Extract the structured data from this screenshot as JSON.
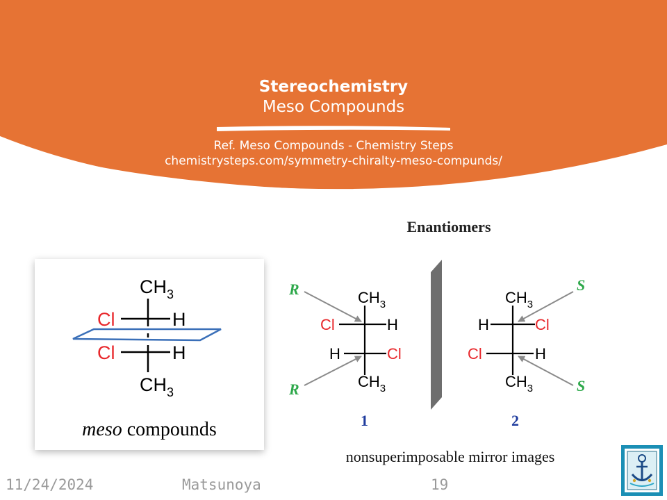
{
  "header": {
    "title": "Stereochemistry",
    "subtitle": "Meso Compounds",
    "ref_line1": "Ref. Meso Compounds - Chemistry Steps",
    "ref_line2": "chemistrysteps.com/symmetry-chiralty-meso-compunds/"
  },
  "meso": {
    "top_group": "CH",
    "top_sub": "3",
    "bottom_group": "CH",
    "bottom_sub": "3",
    "upper_left": "Cl",
    "upper_right": "H",
    "lower_left": "Cl",
    "lower_right": "H",
    "caption_italic": "meso",
    "caption_rest": " compounds"
  },
  "enantiomers": {
    "title": "Enantiomers",
    "molecule1": {
      "label": "1",
      "top_group": "CH",
      "top_sub": "3",
      "upper_left": "Cl",
      "upper_right": "H",
      "lower_left": "H",
      "lower_right": "Cl",
      "bottom_group": "CH",
      "bottom_sub": "3",
      "descriptor_top": "R",
      "descriptor_bottom": "R"
    },
    "molecule2": {
      "label": "2",
      "top_group": "CH",
      "top_sub": "3",
      "upper_left": "H",
      "upper_right": "Cl",
      "lower_left": "Cl",
      "lower_right": "H",
      "bottom_group": "CH",
      "bottom_sub": "3",
      "descriptor_top": "S",
      "descriptor_bottom": "S"
    },
    "caption": "nonsuperimposable mirror images"
  },
  "footer": {
    "date": "11/24/2024",
    "author": "Matsunoya",
    "page": "19"
  },
  "colors": {
    "header_orange": "#E67334",
    "chlorine_red": "#E8262A",
    "descriptor_green": "#2DA84A",
    "label_blue": "#1F3C9E",
    "plane_blue": "#3A6FB8",
    "mirror_gray": "#6E6E6E"
  }
}
